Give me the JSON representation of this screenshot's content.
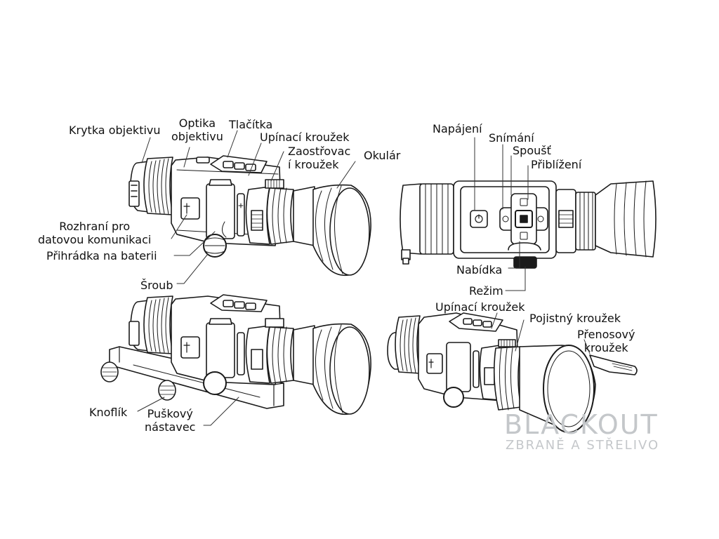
{
  "labels": {
    "krytka_objektivu": "Krytka objektivu",
    "optika_objektivu": "Optika\nobjektivu",
    "tlacitka": "Tlačítka",
    "upinaci_krouzek_top": "Upínací kroužek",
    "zaostrovaci_krouzek": "Zaostřovac\ní kroužek",
    "okular": "Okulár",
    "rozhrani": "Rozhraní pro\ndatovou komunikaci",
    "prihradka": "Přihrádka na baterii",
    "sroub": "Šroub",
    "napajeni": "Napájení",
    "snimani": "Snímání",
    "spoust": "Spoušť",
    "priblizeni": "Přiblížení",
    "nabidka": "Nabídka",
    "rezim": "Režim",
    "upinaci_krouzek_bottom": "Upínací kroužek",
    "pojistny_krouzek": "Pojistný kroužek",
    "prenosovy_krouzek": "Přenosový\nkroužek",
    "knoflik": "Knoflík",
    "puskovy_nastavec": "Puškový\nnástavec"
  },
  "watermark": {
    "logo": "BLACKOUT",
    "tagline": "ZBRANĚ A STŘELIVO"
  },
  "colors": {
    "stroke": "#1a1a1a",
    "leader": "#333333",
    "watermark": "#c4c7ca"
  }
}
